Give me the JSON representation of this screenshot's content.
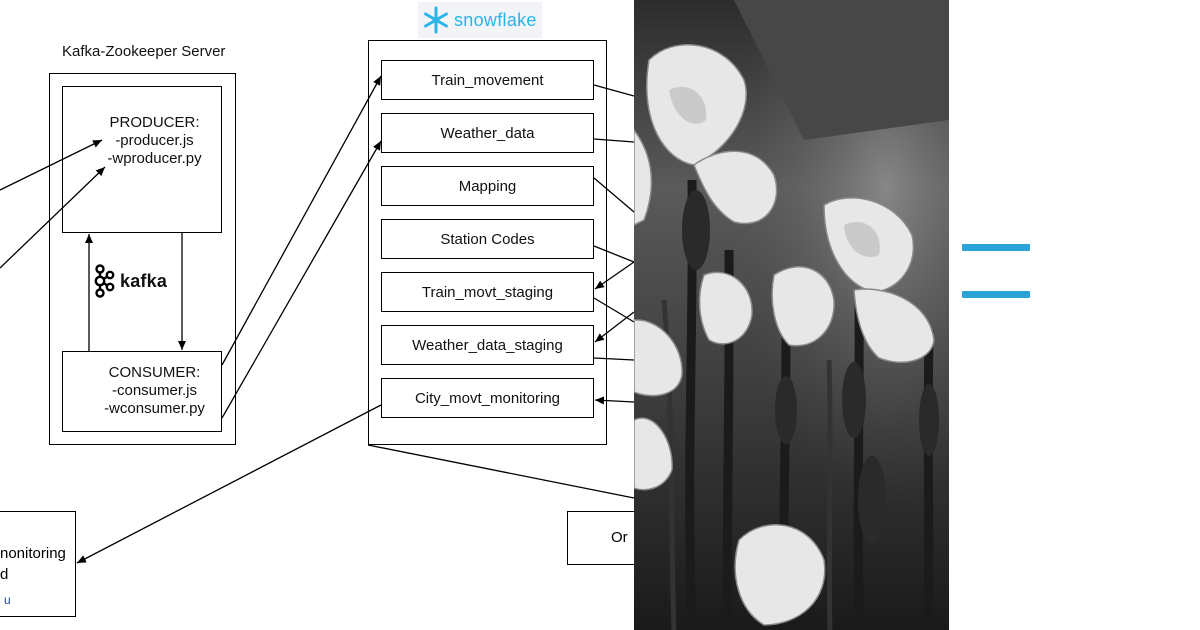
{
  "kafka_server": {
    "title": "Kafka-Zookeeper Server",
    "producer": {
      "heading": "PRODUCER:",
      "files": [
        "-producer.js",
        "-wproducer.py"
      ]
    },
    "consumer": {
      "heading": "CONSUMER:",
      "files": [
        "-consumer.js",
        "-wconsumer.py"
      ]
    },
    "logo_text": "kafka"
  },
  "snowflake": {
    "logo_text": "snowflake",
    "tables": [
      "Train_movement",
      "Weather_data",
      "Mapping",
      "Station Codes",
      "Train_movt_staging",
      "Weather_data_staging",
      "City_movt_monitoring"
    ]
  },
  "dashboard": {
    "line1": "nonitoring",
    "line2": "d",
    "logo_fragment": "u"
  },
  "orchestrator": {
    "label": "Or"
  },
  "colors": {
    "snowflake_blue": "#29b5e8",
    "equals_blue": "#2ba3d6"
  },
  "icons": {
    "snowflake": "snowflake-icon",
    "kafka": "kafka-icon",
    "equals": "equals-icon"
  }
}
